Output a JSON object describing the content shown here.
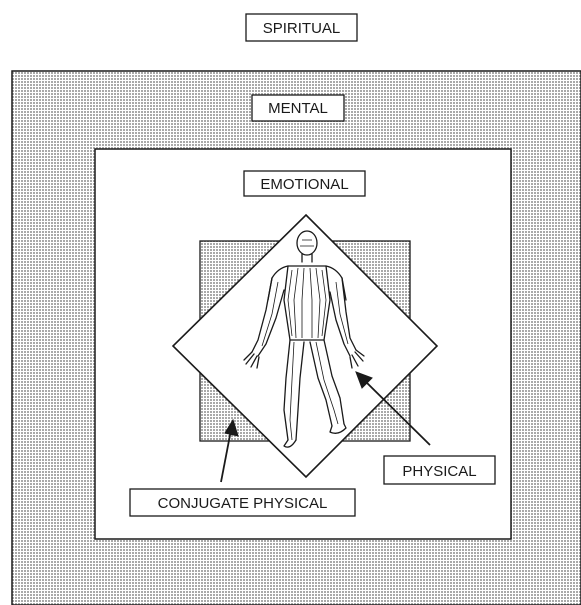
{
  "labels": {
    "spiritual": "SPIRITUAL",
    "mental": "MENTAL",
    "emotional": "EMOTIONAL",
    "physical": "PHYSICAL",
    "conjugate_physical": "CONJUGATE PHYSICAL"
  },
  "figure": {
    "icon": "human-body-meridians-icon"
  },
  "colors": {
    "ink": "#1a1a1a",
    "background": "#ffffff",
    "dot_fill": "#a9a9a9"
  }
}
